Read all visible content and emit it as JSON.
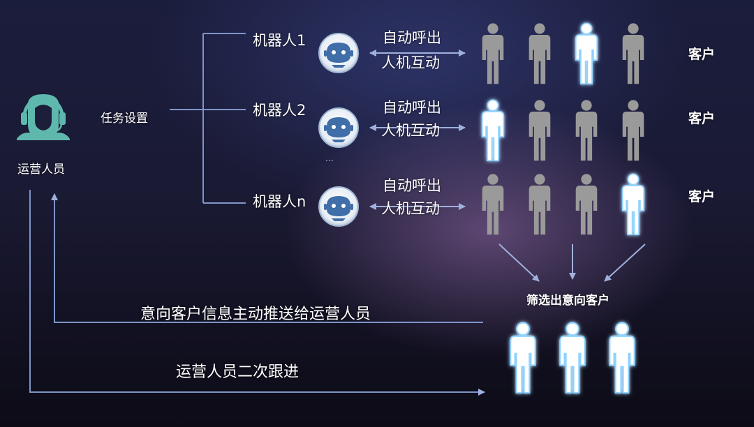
{
  "operator": {
    "label": "运营人员",
    "icon": "customer-service-agent-icon"
  },
  "task_setting": "任务设置",
  "robots": [
    {
      "label": "机器人1",
      "action_line1": "自动呼出",
      "action_line2": "人机互动",
      "customer_label": "客户",
      "highlighted": [
        false,
        false,
        true,
        false
      ]
    },
    {
      "label": "机器人2",
      "action_line1": "自动呼出",
      "action_line2": "人机互动",
      "customer_label": "客户",
      "highlighted": [
        true,
        false,
        false,
        false
      ]
    },
    {
      "label": "机器人n",
      "action_line1": "自动呼出",
      "action_line2": "人机互动",
      "customer_label": "客户",
      "highlighted": [
        false,
        false,
        false,
        true
      ]
    }
  ],
  "ellipsis": "…",
  "filter_label": "筛选出意向客户",
  "push_label": "意向客户信息主动推送给运营人员",
  "followup_label": "运营人员二次跟进",
  "colors": {
    "line": "#7f95c8",
    "agent": "#5fb8ad",
    "person_gray": "#9a9a9a",
    "person_highlight_stroke": "#8fd3ff",
    "robot_face": "#3f6ea8"
  }
}
